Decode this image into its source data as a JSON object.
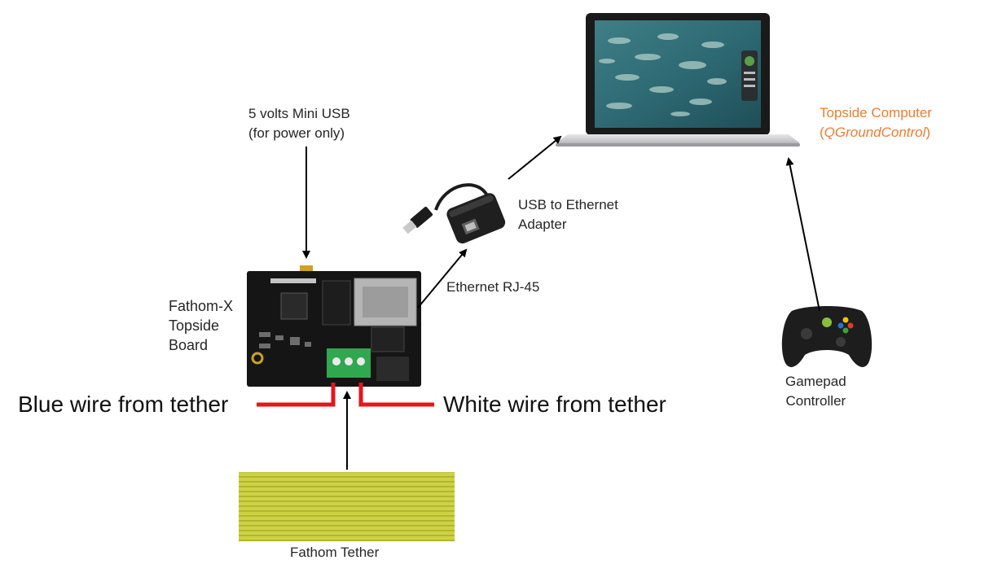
{
  "labels": {
    "usb_power_line1": "5 volts Mini USB",
    "usb_power_line2": "(for power only)",
    "board_line1": "Fathom-X",
    "board_line2": "Topside",
    "board_line3": "Board",
    "ethernet": "Ethernet RJ-45",
    "adapter_line1": "USB to Ethernet",
    "adapter_line2": "Adapter",
    "computer_line1": "Topside Computer",
    "computer_line2_open": "(",
    "computer_line2_app": "QGroundControl",
    "computer_line2_close": ")",
    "gamepad_line1": "Gamepad",
    "gamepad_line2": "Controller",
    "blue_wire": "Blue wire from tether",
    "white_wire": "White wire from tether",
    "tether": "Fathom Tether"
  },
  "colors": {
    "wire_red": "#e8141b",
    "accent_orange": "#ed7d31",
    "tether_yellow": "#c9cf3a",
    "board_black": "#151515",
    "terminal_green": "#2fa84f"
  },
  "icons": [
    "laptop-icon",
    "usb-ethernet-adapter-icon",
    "fathom-x-board-icon",
    "gamepad-icon",
    "tether-spool-icon"
  ]
}
